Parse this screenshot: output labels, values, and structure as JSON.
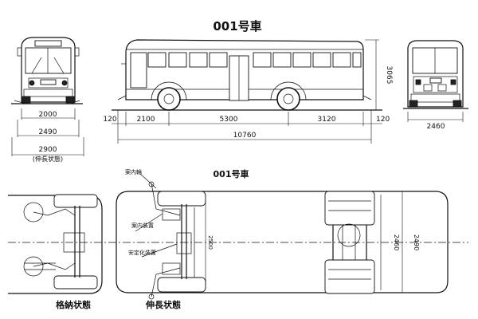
{
  "titles": {
    "top": "001号車",
    "bottom": "001号車"
  },
  "front_view": {
    "dims": [
      "2000",
      "2490",
      "2900"
    ],
    "caption": "(伸長状態)"
  },
  "side_view": {
    "dims": {
      "left_overhang": "120",
      "front": "2100",
      "wheelbase": "5300",
      "rear": "3120",
      "right_overhang": "120",
      "total": "10760",
      "height": "3065"
    }
  },
  "rear_view": {
    "width": "2460"
  },
  "plan_view": {
    "labels": {
      "guide_wheel": "案内輪",
      "guide_device": "案内装置",
      "stabilizer": "安定化装置"
    },
    "dims": {
      "plan_width": "2500",
      "body_a": "2460",
      "body_b": "2490"
    },
    "captions": {
      "retracted": "格納状態",
      "extended": "伸長状態"
    }
  }
}
